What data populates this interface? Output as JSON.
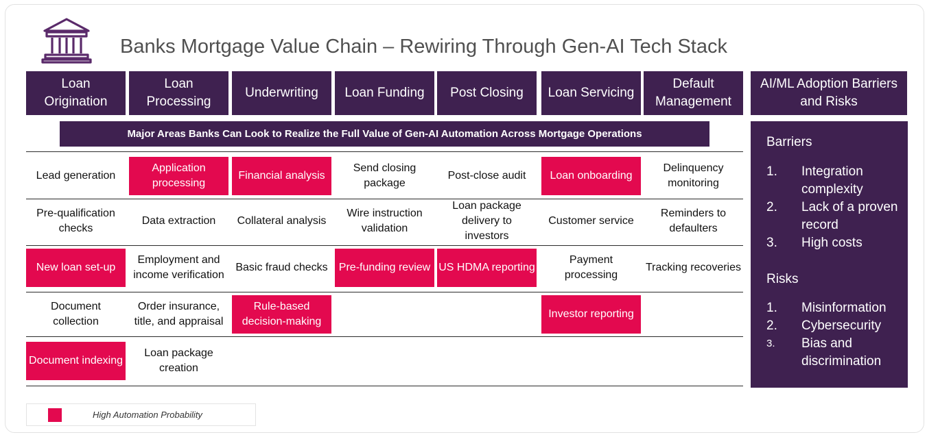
{
  "title": "Banks Mortgage Value Chain – Rewiring Through Gen-AI Tech Stack",
  "colors": {
    "header_purple": "#3f2150",
    "highlight_pink": "#e3094f"
  },
  "stages": [
    "Loan\nOrigination",
    "Loan\nProcessing",
    "Underwriting",
    "Loan Funding",
    "Post Closing",
    "Loan Servicing",
    "Default\nManagement"
  ],
  "banner": "Major Areas Banks Can Look to Realize the Full Value of Gen-AI Automation Across Mortgage Operations",
  "grid": {
    "rows": [
      [
        {
          "text": "Lead generation",
          "hi": false
        },
        {
          "text": "Application processing",
          "hi": true
        },
        {
          "text": "Financial analysis",
          "hi": true
        },
        {
          "text": "Send closing package",
          "hi": false
        },
        {
          "text": "Post-close audit",
          "hi": false
        },
        {
          "text": "Loan onboarding",
          "hi": true
        },
        {
          "text": "Delinquency monitoring",
          "hi": false
        }
      ],
      [
        {
          "text": "Pre-qualification checks",
          "hi": false
        },
        {
          "text": "Data extraction",
          "hi": false
        },
        {
          "text": "Collateral analysis",
          "hi": false
        },
        {
          "text": "Wire instruction validation",
          "hi": false
        },
        {
          "text": "Loan package delivery to investors",
          "hi": false
        },
        {
          "text": "Customer service",
          "hi": false
        },
        {
          "text": "Reminders to defaulters",
          "hi": false
        }
      ],
      [
        {
          "text": "New loan set-up",
          "hi": true
        },
        {
          "text": "Employment and income verification",
          "hi": false
        },
        {
          "text": "Basic fraud checks",
          "hi": false
        },
        {
          "text": "Pre-funding review",
          "hi": true
        },
        {
          "text": "US HDMA reporting",
          "hi": true
        },
        {
          "text": "Payment processing",
          "hi": false
        },
        {
          "text": "Tracking recoveries",
          "hi": false
        }
      ],
      [
        {
          "text": "Document collection",
          "hi": false
        },
        {
          "text": "Order insurance, title, and appraisal",
          "hi": false
        },
        {
          "text": "Rule-based decision-making",
          "hi": true
        },
        null,
        null,
        {
          "text": "Investor reporting",
          "hi": true
        },
        null
      ],
      [
        {
          "text": "Document indexing",
          "hi": true
        },
        {
          "text": "Loan package creation",
          "hi": false
        },
        null,
        null,
        null,
        null,
        null
      ]
    ]
  },
  "side_panel": {
    "heading": "AI/ML Adoption Barriers and Risks",
    "barriers_title": "Barriers",
    "barriers": [
      {
        "num": "1.",
        "text": "Integration complexity"
      },
      {
        "num": "2.",
        "text": "Lack of a proven record"
      },
      {
        "num": "3.",
        "text": "High costs"
      }
    ],
    "risks_title": "Risks",
    "risks": [
      {
        "num": "1.",
        "text": "Misinformation"
      },
      {
        "num": "2.",
        "text": "Cybersecurity"
      },
      {
        "num": "3.",
        "text": "Bias and discrimination"
      }
    ]
  },
  "legend": {
    "label": "High Automation Probability"
  }
}
